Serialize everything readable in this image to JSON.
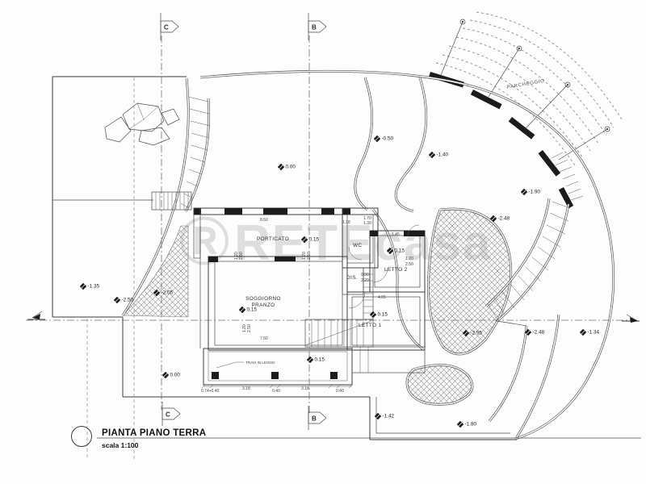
{
  "drawing": {
    "title": "PIANTA PIANO TERRA",
    "scale": "scala 1:100",
    "watermark_symbol": "Ⓡ",
    "watermark": "RETEcasa"
  },
  "rooms": {
    "porticato": "PORTICATO",
    "wc": "WC",
    "letto2": "LETTO 2",
    "dis": "DIS.",
    "soggiorno_line1": "SOGGIORNO",
    "soggiorno_line2": "PRANZO",
    "letto1": "LETTO 1",
    "parcheggio": "PARCHEGGIO",
    "beam_note": "TRAVI IN LEGNO"
  },
  "sections": {
    "c": "C",
    "b": "B"
  },
  "levels": [
    "0.00",
    "0.00",
    "-0.50",
    "-1.40",
    "-1.90",
    "-2.48",
    "-2.95",
    "-2.48",
    "-1.34",
    "-1.42",
    "-1.80",
    "-1.35",
    "-2.50",
    "-2.05",
    "0.15",
    "0.15",
    "0.15",
    "0.15",
    "0.15"
  ],
  "dimensions": {
    "top_width": "8.50",
    "wc_w": "1.18",
    "wc_top_a": "1.70",
    "wc_top_b": "1.30",
    "letto2_top": "1.45",
    "letto2_a": "1.20",
    "letto2_b": "2.50",
    "dis_a": "0.90",
    "dis_b": "2.20",
    "letto1_w": "4.05",
    "sogg_w": "7.60",
    "port_a": "1.20",
    "port_b": "2.50",
    "porch": [
      "0.74+0.40",
      "3.18",
      "0.40",
      "3.18",
      "0.40"
    ]
  },
  "colors": {
    "line": "#3c3c3c",
    "watermark": "#c6c6c6",
    "hatch": "#8f8f8f",
    "background": "#fdfdfd"
  }
}
